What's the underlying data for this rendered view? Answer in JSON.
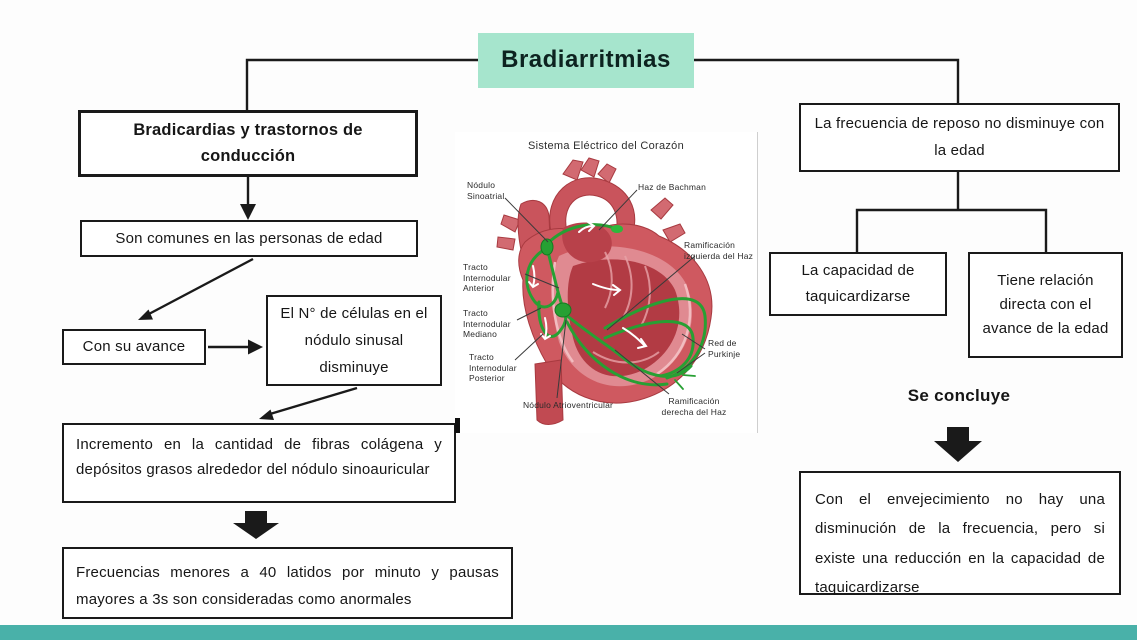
{
  "title": "Bradiarritmias",
  "left_branch": {
    "heading": "Bradicardias y trastornos de conducción",
    "common": "Son comunes en las personas de edad",
    "advance": "Con su avance",
    "cells": "El N° de células en el nódulo sinusal disminuye",
    "increment": "Incremento en la cantidad de fibras colágena y depósitos grasos alrededor del nódulo sinoauricular",
    "frequencies": "Frecuencias menores a 40 latidos por minuto y pausas mayores a 3s son consideradas como anormales"
  },
  "right_branch": {
    "rest_rate": "La frecuencia de reposo no disminuye con la edad",
    "capacity": "La capacidad de taquicardizarse",
    "relation": "Tiene relación directa con el avance de la edad",
    "conclusion_label": "Se concluye",
    "conclusion": "Con el envejecimiento no hay una disminución de la frecuencia, pero si existe una reducción en la capacidad de taquicardizarse"
  },
  "heart_figure": {
    "title": "Sistema Eléctrico del Corazón",
    "labels": {
      "sinoatrial_node": "Nódulo Sinoatrial",
      "bachmann_bundle": "Haz de Bachman",
      "left_bundle_branch": "Ramificación izquierda del Haz",
      "anterior_tract": "Tracto Internodular Anterior",
      "middle_tract": "Tracto Internodular Mediano",
      "posterior_tract": "Tracto Internodular Posterior",
      "purkinje_network": "Red de Purkinje",
      "atrioventricular_node": "Nódulo Atrioventricular",
      "right_bundle_branch": "Ramificación derecha del Haz"
    }
  },
  "colors": {
    "title_background": "#a6e5cd",
    "bottom_bar": "#49b1a9",
    "line": "#1a1a1a",
    "conduction_green": "#27a033",
    "heart_red": "#cf5960"
  }
}
